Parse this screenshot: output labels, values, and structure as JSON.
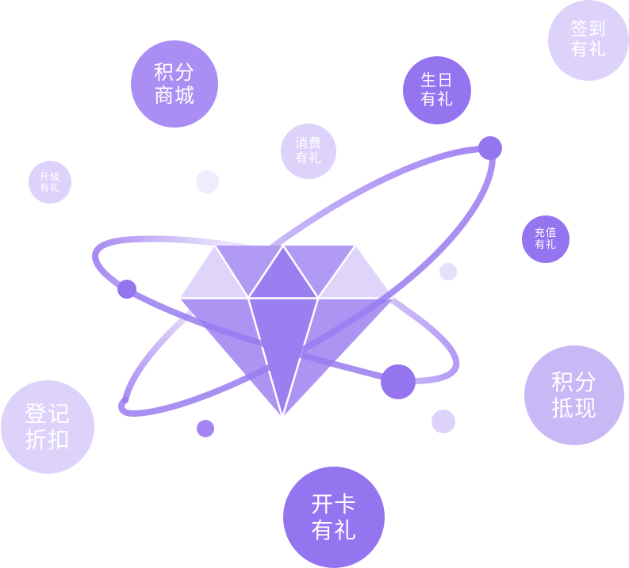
{
  "colors": {
    "dark": "#9574f0",
    "medium": "#ab8ef3",
    "soft": "#c8b8f6",
    "light": "#ddd3fa",
    "faint": "#f0ebfd",
    "text": "#ffffff"
  },
  "illustration": {
    "center_icon": "diamond-icon",
    "orbits": 2
  },
  "bubbles": [
    {
      "id": "points-mall",
      "line1": "积分",
      "line2": "商城"
    },
    {
      "id": "birthday-gift",
      "line1": "生日",
      "line2": "有礼"
    },
    {
      "id": "checkin-gift",
      "line1": "签到",
      "line2": "有礼"
    },
    {
      "id": "consume-gift",
      "line1": "消费",
      "line2": "有礼"
    },
    {
      "id": "upgrade-gift",
      "line1": "升级",
      "line2": "有礼"
    },
    {
      "id": "recharge-gift",
      "line1": "充值",
      "line2": "有礼"
    },
    {
      "id": "points-deduct",
      "line1": "积分",
      "line2": "抵现"
    },
    {
      "id": "register-discount",
      "line1": "登记",
      "line2": "折扣"
    },
    {
      "id": "open-card-gift",
      "line1": "开卡",
      "line2": "有礼"
    }
  ]
}
